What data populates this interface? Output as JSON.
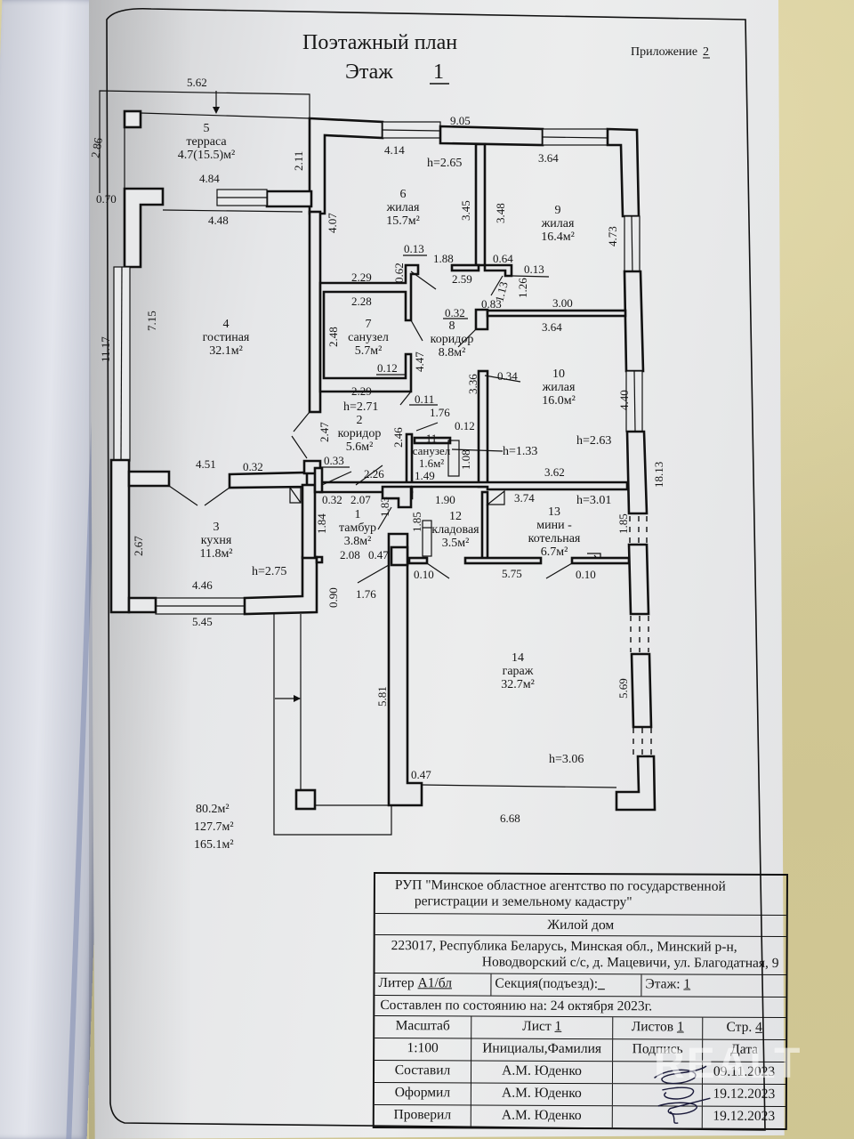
{
  "header": {
    "title": "Поэтажный план",
    "floor_label": "Этаж",
    "floor_number": "1",
    "appendix_label": "Приложение",
    "appendix_number": "2"
  },
  "rooms": [
    {
      "num": "5",
      "name": "терраса",
      "area": "4.7(15.5)м²"
    },
    {
      "num": "6",
      "name": "жилая",
      "area": "15.7м²"
    },
    {
      "num": "9",
      "name": "жилая",
      "area": "16.4м²"
    },
    {
      "num": "4",
      "name": "гостиная",
      "area": "32.1м²"
    },
    {
      "num": "7",
      "name": "санузел",
      "area": "5.7м²"
    },
    {
      "num": "8",
      "name": "коридор",
      "area": "8.8м²"
    },
    {
      "num": "10",
      "name": "жилая",
      "area": "16.0м²"
    },
    {
      "num": "2",
      "name": "коридор",
      "area": "5.6м²"
    },
    {
      "num": "11",
      "name": "санузел",
      "area": "1.6м²"
    },
    {
      "num": "3",
      "name": "кухня",
      "area": "11.8м²"
    },
    {
      "num": "1",
      "name": "тамбур",
      "area": "3.8м²"
    },
    {
      "num": "12",
      "name": "кладовая",
      "area": "3.5м²"
    },
    {
      "num": "13",
      "name": "мини -",
      "name2": "котельная",
      "area": "6.7м²"
    },
    {
      "num": "14",
      "name": "гараж",
      "area": "32.7м²"
    }
  ],
  "heights": [
    "h=2.65",
    "h=2.71",
    "h=1.33",
    "h=2.63",
    "h=2.75",
    "h=3.01",
    "h=3.06"
  ],
  "dimensions": {
    "d562": "5.62",
    "d286": "2.86",
    "d070": "0.70",
    "d211": "2.11",
    "d484": "4.84",
    "d448": "4.48",
    "d905": "9.05",
    "d414": "4.14",
    "d364a": "3.64",
    "d407": "4.07",
    "d345": "3.45",
    "d348": "3.48",
    "d473": "4.73",
    "d013a": "0.13",
    "d188": "1.88",
    "d062": "0.62",
    "d064": "0.64",
    "d013b": "0.13",
    "d259": "2.59",
    "d229a": "2.29",
    "d228": "2.28",
    "d113": "1.13",
    "d126": "1.26",
    "d032a": "0.32",
    "d083": "0.83",
    "d300": "3.00",
    "d364b": "3.64",
    "d715": "7.15",
    "d1117": "11.17",
    "d248": "2.48",
    "d447": "4.47",
    "d012a": "0.12",
    "d336": "3.36",
    "d034": "0.34",
    "d440": "4.40",
    "d229b": "2.29",
    "d011": "0.11",
    "d176a": "1.76",
    "d012b": "0.12",
    "d247": "2.47",
    "d246": "2.46",
    "d108": "1.08",
    "d149": "1.49",
    "d362": "3.62",
    "d1813": "18.13",
    "d451": "4.51",
    "d032b": "0.32",
    "d033": "0.33",
    "d226": "2.26",
    "d032c": "0.32",
    "d207": "2.07",
    "d190": "1.90",
    "d183": "1.83",
    "d185a": "1.85",
    "d374": "3.74",
    "d185b": "1.85",
    "d267": "2.67",
    "d184": "1.84",
    "d208": "2.08",
    "d047a": "0.47",
    "d010a": "0.10",
    "d575": "5.75",
    "d010b": "0.10",
    "d446": "4.46",
    "d090": "0.90",
    "d176b": "1.76",
    "d545": "5.45",
    "d581": "5.81",
    "d569": "5.69",
    "d047b": "0.47",
    "d668": "6.68"
  },
  "totals": [
    "80.2м²",
    "127.7м²",
    "165.1м²"
  ],
  "title_block": {
    "org_line1": "РУП \"Минское областное агентство по государственной",
    "org_line2": "регистрации и земельному кадастру\"",
    "object": "Жилой дом",
    "address_line1": "223017, Республика Беларусь, Минская обл., Минский р-н,",
    "address_line2": "Новодворский с/с, д. Мацевичи, ул. Благодатная, 9",
    "liter_label": "Литер",
    "liter_value": "А1/бл",
    "section_label": "Секция(подъезд):",
    "section_value": "_",
    "floor_label": "Этаж:",
    "floor_value": "1",
    "state_label": "Составлен по состоянию на: 24 октября 2023г.",
    "scale_label": "Масштаб",
    "sheet_label": "Лист",
    "sheet_value": "1",
    "sheets_label": "Листов",
    "sheets_value": "1",
    "page_label": "Стр.",
    "page_value": "4",
    "scale_value": "1:100",
    "col_name": "Инициалы,Фамилия",
    "col_sign": "Подпись",
    "col_date": "Дата",
    "rows": [
      {
        "role": "Составил",
        "name": "А.М. Юденко",
        "date": "09.11.2023"
      },
      {
        "role": "Оформил",
        "name": "А.М. Юденко",
        "date": "19.12.2023"
      },
      {
        "role": "Проверил",
        "name": "А.М. Юденко",
        "date": "19.12.2023"
      }
    ]
  },
  "watermark": "REALT"
}
